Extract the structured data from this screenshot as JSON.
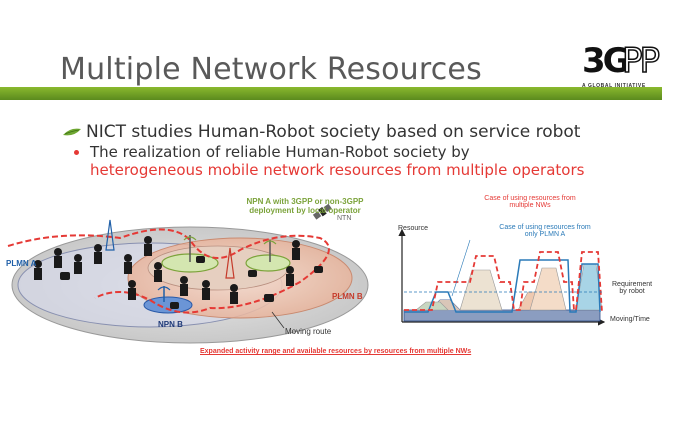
{
  "title": "Multiple Network Resources",
  "logo": {
    "text": "3GPP",
    "tagline": "A GLOBAL INITIATIVE"
  },
  "bullet_main": "NICT studies Human-Robot society based on service robot",
  "sub_line1": "The realization of reliable Human-Robot society by",
  "sub_line2": "heterogeneous mobile network resources from multiple operators",
  "diagram_left": {
    "npn_a": [
      "NPN A with 3GPP or non-3GPP",
      "deployment by local operator"
    ],
    "ntn": "NTN",
    "plmn_a": "PLMN A",
    "plmn_b": "PLMN B",
    "npn_b": "NPN B",
    "route": "Moving route"
  },
  "diagram_right": {
    "y_label": "Resource",
    "x_label": "Moving/Time",
    "case_multi": [
      "Case of using resources from",
      "multiple NWs"
    ],
    "case_single": [
      "Case of using resources from",
      "only PLMN A"
    ],
    "requirement": [
      "Requirement",
      "by robot"
    ]
  },
  "caption": "Expanded activity range and available resources by resources from multiple NWs",
  "colors": {
    "accent_red": "#e53935",
    "band_green": "#7aad2a",
    "npn_green": "#7ca33b",
    "plmn_a_blue": "#1f5fa8"
  }
}
